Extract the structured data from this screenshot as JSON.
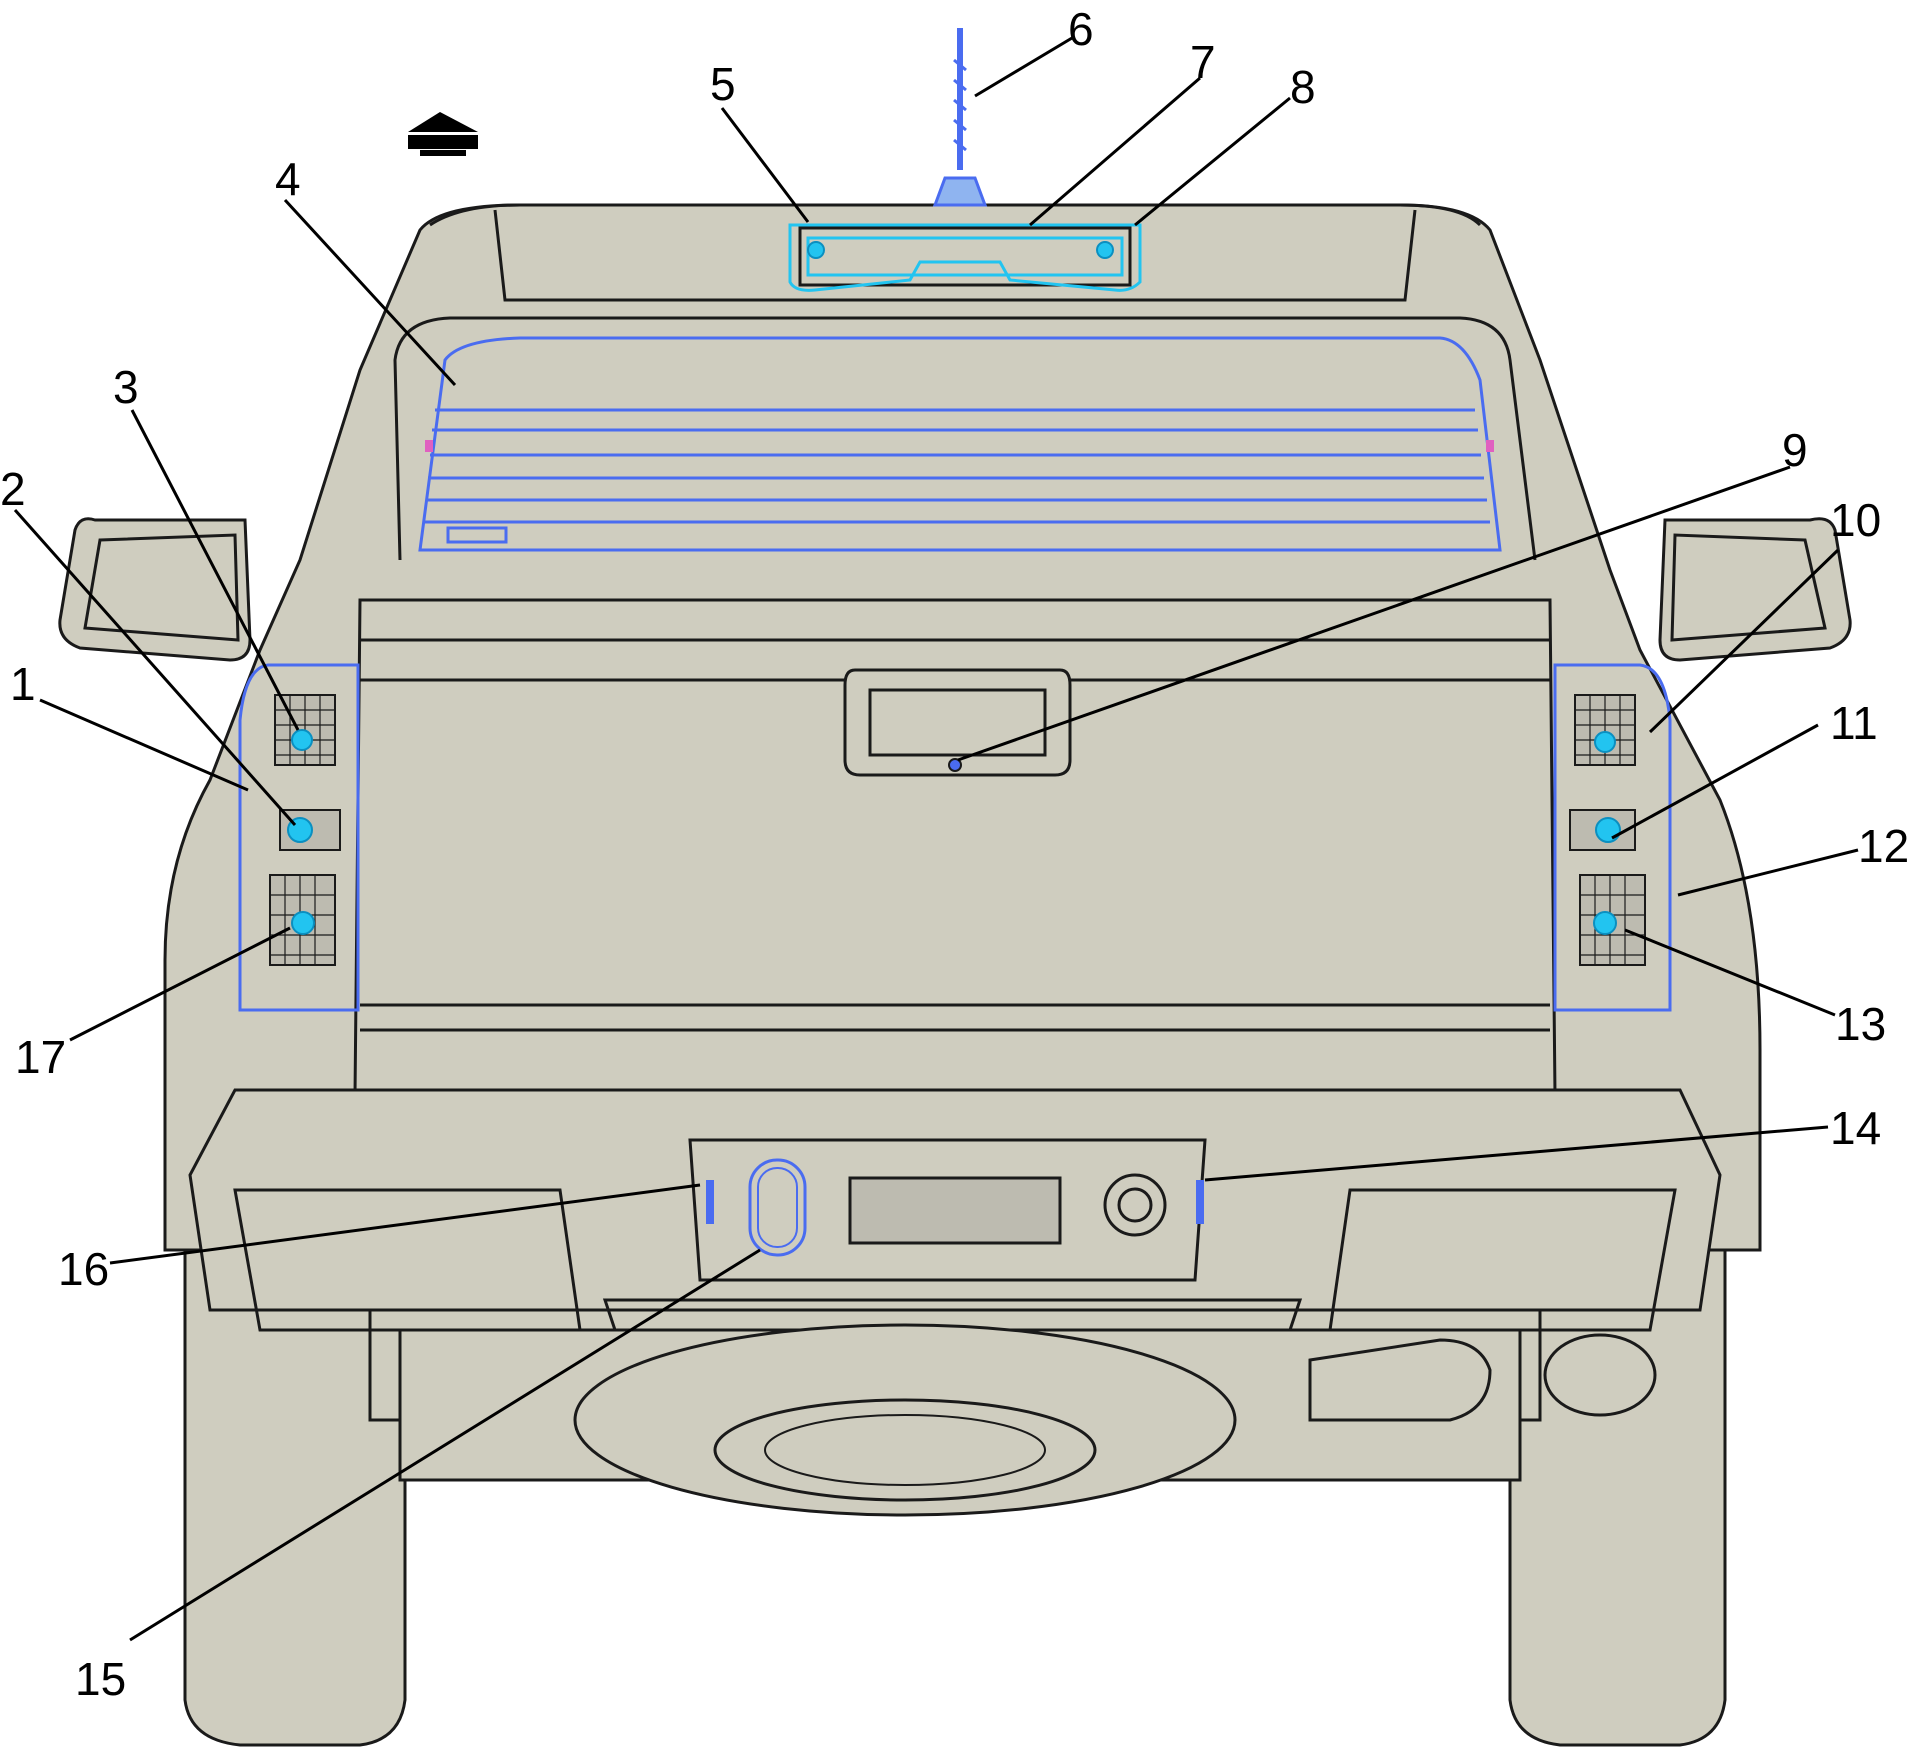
{
  "diagram": {
    "view_indicator_icon": "up-arrow-front-icon",
    "colors": {
      "body": "#cfcdbf",
      "outline": "#1a1a1a",
      "highlight_blue": "#4a6cf0",
      "highlight_cyan": "#22c4f0",
      "accent_pink": "#e060c0"
    },
    "callouts": [
      {
        "id": "c1",
        "label": "1"
      },
      {
        "id": "c2",
        "label": "2"
      },
      {
        "id": "c3",
        "label": "3"
      },
      {
        "id": "c4",
        "label": "4"
      },
      {
        "id": "c5",
        "label": "5"
      },
      {
        "id": "c6",
        "label": "6"
      },
      {
        "id": "c7",
        "label": "7"
      },
      {
        "id": "c8",
        "label": "8"
      },
      {
        "id": "c9",
        "label": "9"
      },
      {
        "id": "c10",
        "label": "10"
      },
      {
        "id": "c11",
        "label": "11"
      },
      {
        "id": "c12",
        "label": "12"
      },
      {
        "id": "c13",
        "label": "13"
      },
      {
        "id": "c14",
        "label": "14"
      },
      {
        "id": "c15",
        "label": "15"
      },
      {
        "id": "c16",
        "label": "16"
      },
      {
        "id": "c17",
        "label": "17"
      }
    ]
  }
}
